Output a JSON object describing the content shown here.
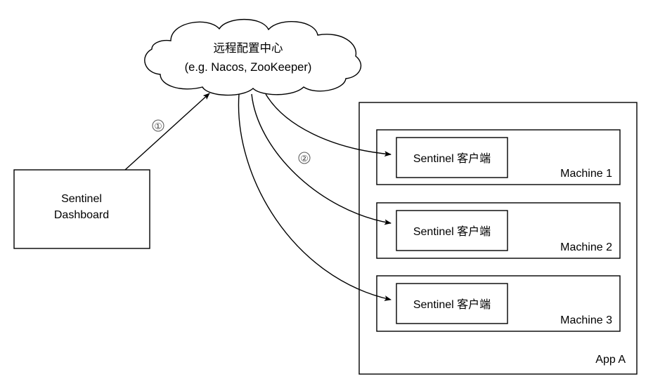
{
  "diagram": {
    "title_visible": false,
    "background_color": "#ffffff",
    "stroke_color": "#000000",
    "cloud": {
      "label_line1": "远程配置中心",
      "label_line2": "(e.g. Nacos, ZooKeeper)"
    },
    "dashboard": {
      "label_line1": "Sentinel",
      "label_line2": "Dashboard"
    },
    "app": {
      "label": "App A"
    },
    "machines": [
      {
        "name": "Machine 1",
        "client_label": "Sentinel 客户端"
      },
      {
        "name": "Machine 2",
        "client_label": "Sentinel 客户端"
      },
      {
        "name": "Machine 3",
        "client_label": "Sentinel 客户端"
      }
    ],
    "steps": [
      {
        "marker": "①",
        "meaning": "dashboard-pushes-rules-to-config-center"
      },
      {
        "marker": "②",
        "meaning": "config-center-notifies-sentinel-clients"
      }
    ]
  }
}
